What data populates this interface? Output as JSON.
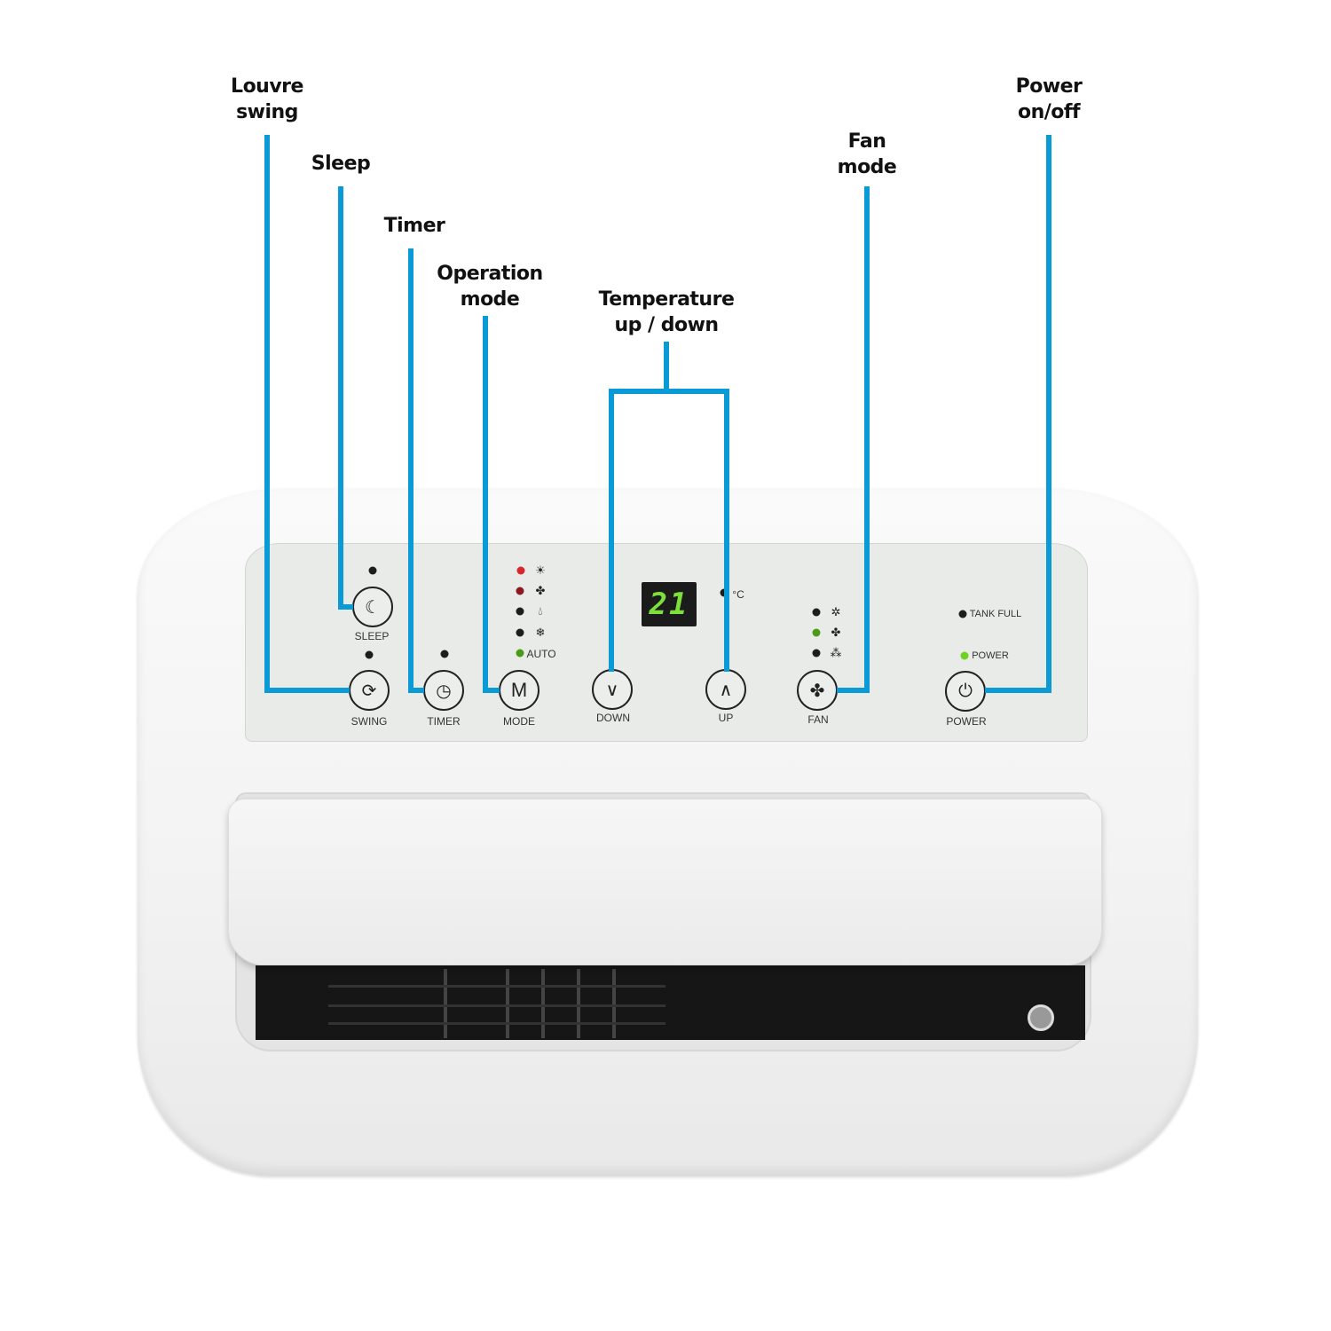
{
  "callouts": {
    "swing": [
      "Louvre",
      "swing"
    ],
    "sleep": [
      "Sleep"
    ],
    "timer": [
      "Timer"
    ],
    "mode": [
      "Operation",
      "mode"
    ],
    "temperature": [
      "Temperature",
      "up / down"
    ],
    "fan": [
      "Fan",
      "mode"
    ],
    "power": [
      "Power",
      "on/off"
    ]
  },
  "panel": {
    "buttons": {
      "sleep": "SLEEP",
      "swing": "SWING",
      "timer": "TIMER",
      "mode": "MODE",
      "mode_glyph": "M",
      "down": "DOWN",
      "up": "UP",
      "fan": "FAN",
      "power": "POWER"
    },
    "display": "21",
    "unit": "°C",
    "mode_indicators": {
      "auto": "AUTO"
    },
    "status": {
      "tank_full": "TANK FULL",
      "power": "POWER"
    }
  },
  "colors": {
    "callout_line": "#0a9ad6",
    "led_green": "#6fd21f",
    "led_red": "#d8262f"
  }
}
